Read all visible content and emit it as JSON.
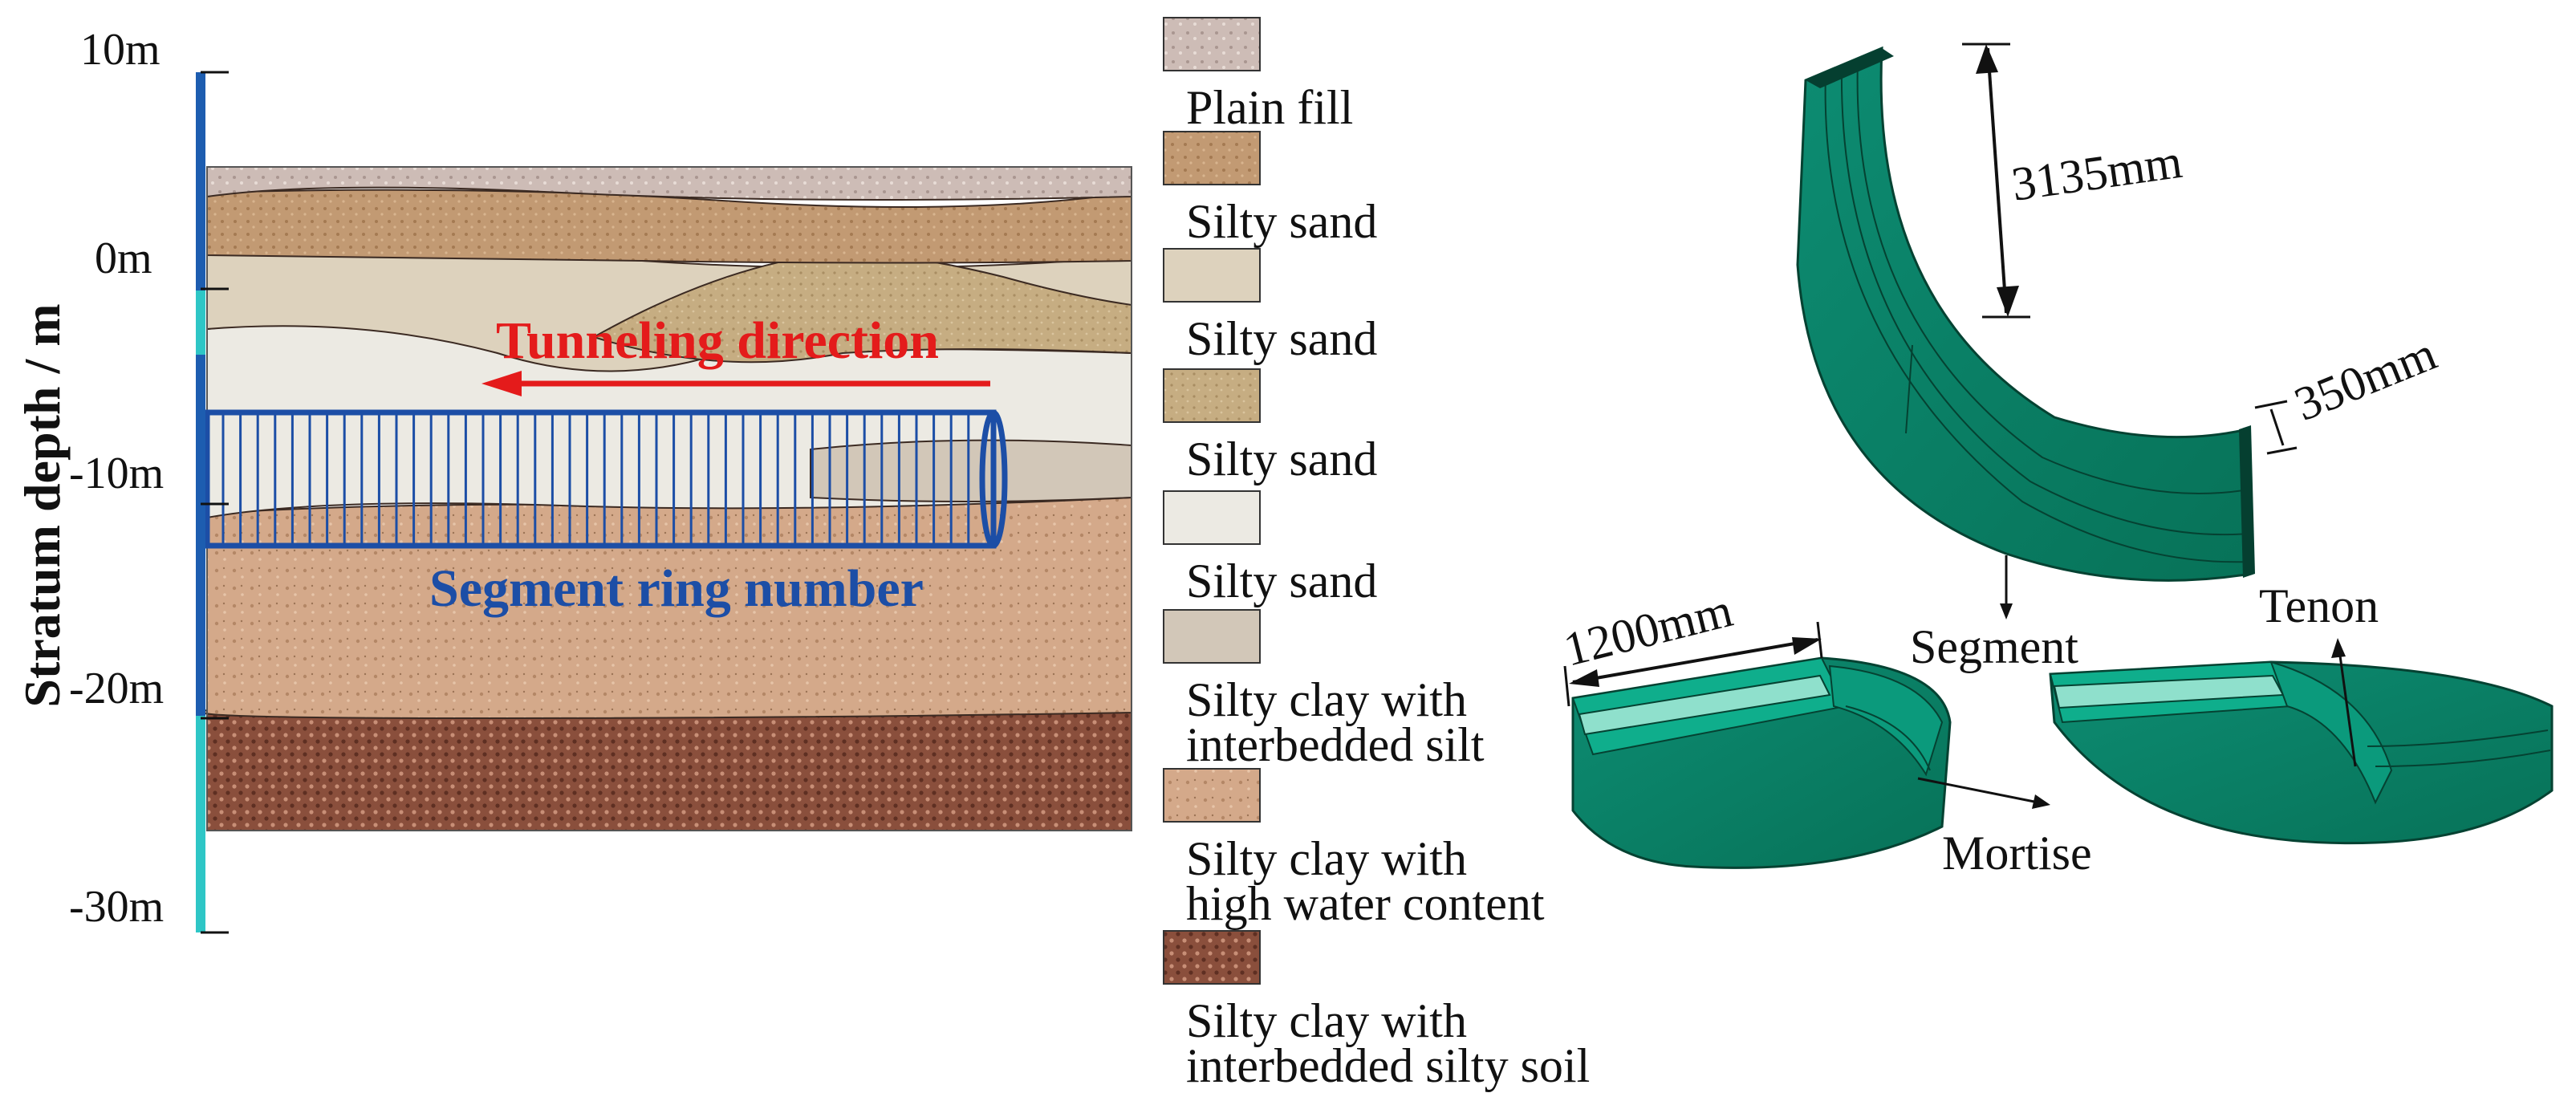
{
  "axis": {
    "label": "Stratum depth / m",
    "ticks": [
      "10m",
      "0m",
      "-10m",
      "-20m",
      "-30m"
    ]
  },
  "section": {
    "arrow_label": "Tunneling direction",
    "tunnel_label": "Segment ring number"
  },
  "legend": [
    {
      "lines": [
        "Plain fill"
      ],
      "color": "#cdbcb6"
    },
    {
      "lines": [
        "Silty sand"
      ],
      "color": "#c29a73"
    },
    {
      "lines": [
        "Silty sand"
      ],
      "color": "#ddd2bd"
    },
    {
      "lines": [
        "Silty sand"
      ],
      "color": "#c6ad82"
    },
    {
      "lines": [
        "Silty sand"
      ],
      "color": "#eceae3"
    },
    {
      "lines": [
        "Silty clay with",
        " interbedded silt"
      ],
      "color": "#d2c7b8"
    },
    {
      "lines": [
        "Silty clay with",
        "high water content"
      ],
      "color": "#d4a98a"
    },
    {
      "lines": [
        "Silty clay with",
        "interbedded silty soil"
      ],
      "color": "#8a4f3c"
    }
  ],
  "segment_model": {
    "arc_length": "3135mm",
    "thickness": "350mm",
    "width": "1200mm",
    "segment_label": "Segment",
    "tenon_label": "Tenon",
    "mortise_label": "Mortise"
  },
  "colors": {
    "segment_green": "#0c8a70",
    "segment_dark": "#06523f",
    "segment_light": "#8fe0cc",
    "axis_blue": "#1d5db0",
    "axis_cyan": "#2ec6c6",
    "arrow_red": "#e41b1b",
    "tunnel_blue": "#1c4ea6"
  }
}
